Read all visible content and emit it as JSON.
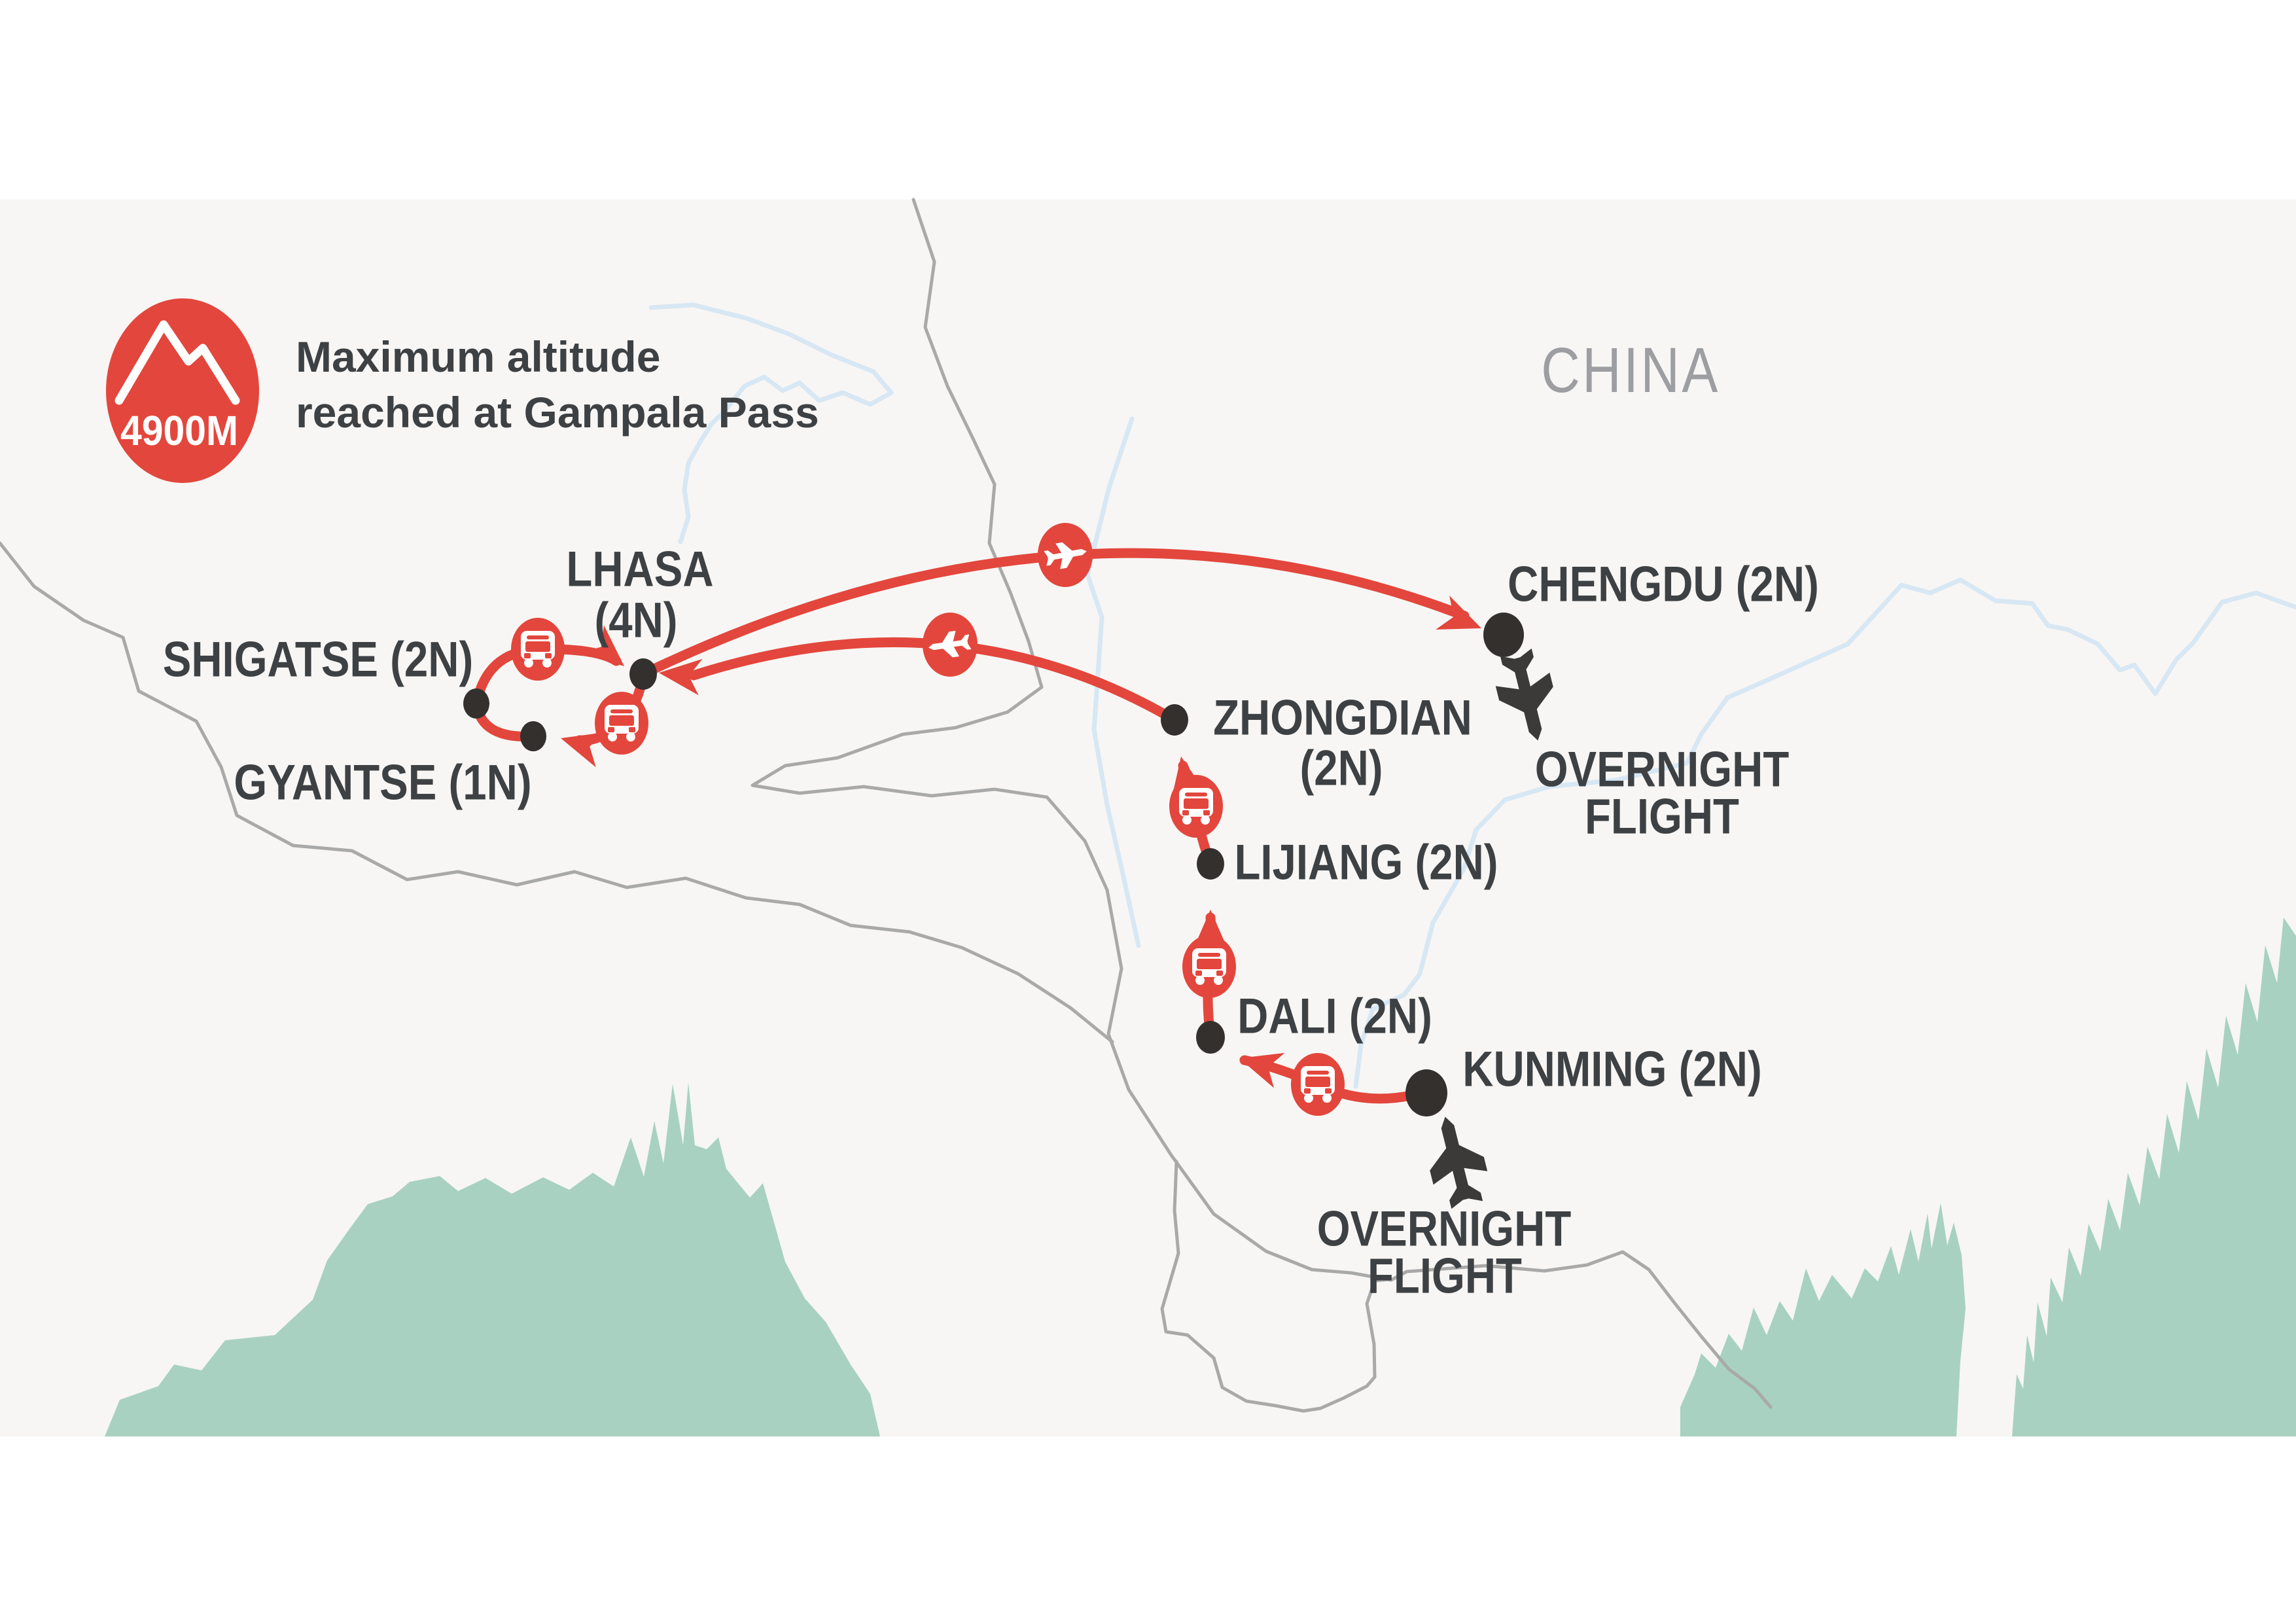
{
  "altitude_badge": {
    "altitude": "4900M",
    "note_line1": "Maximum altitude",
    "note_line2": "reached at Gampala Pass"
  },
  "region_label": "CHINA",
  "stops": {
    "lhasa": {
      "name": "LHASA",
      "nights": "(4N)"
    },
    "shigatse": {
      "label": "SHIGATSE (2N)"
    },
    "gyantse": {
      "label": "GYANTSE (1N)"
    },
    "chengdu": {
      "label": "CHENGDU (2N)"
    },
    "zhongdian": {
      "name": "ZHONGDIAN",
      "nights": "(2N)"
    },
    "lijiang": {
      "label": "LIJIANG (2N)"
    },
    "dali": {
      "label": "DALI (2N)"
    },
    "kunming": {
      "label": "KUNMING (2N)"
    }
  },
  "flight_notes": {
    "chengdu": {
      "line1": "OVERNIGHT",
      "line2": "FLIGHT"
    },
    "kunming": {
      "line1": "OVERNIGHT",
      "line2": "FLIGHT"
    }
  },
  "icons": {
    "bus": "bus-front-icon",
    "flight": "airplane-icon",
    "overnight": "airplane-silhouette-icon",
    "altitude": "mountain-icon"
  },
  "colors": {
    "route": "#e3463c",
    "badge": "#e3463c",
    "land": "#a8d1c2",
    "text": "#3e4144",
    "region_text": "#9d9ea2",
    "stop_dot": "#33302e",
    "border": "#a9a9a9",
    "river": "#d7e7f4",
    "map_bg": "#f7f6f4"
  }
}
